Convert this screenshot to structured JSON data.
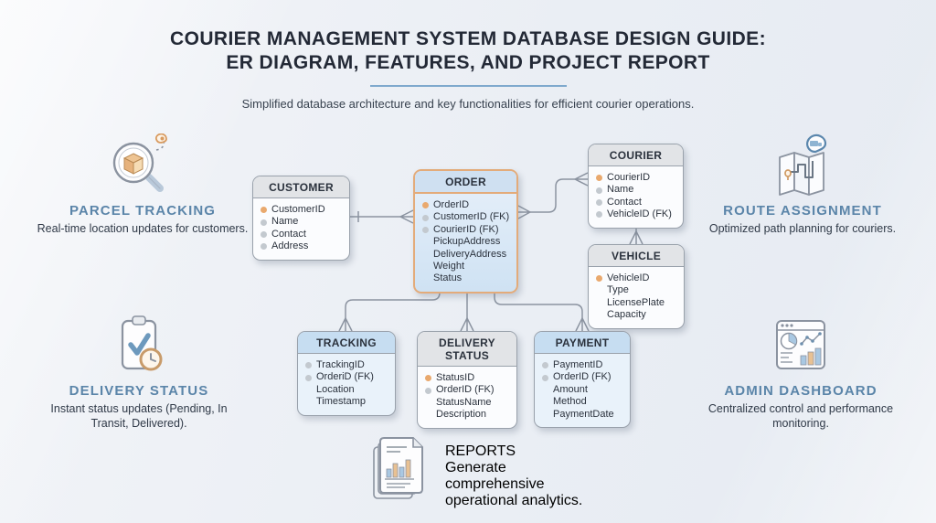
{
  "header": {
    "title_line1": "COURIER MANAGEMENT SYSTEM DATABASE DESIGN GUIDE:",
    "title_line2": "ER DIAGRAM, FEATURES, AND PROJECT REPORT",
    "subtitle": "Simplified database architecture and key functionalities for efficient courier operations."
  },
  "entities": [
    {
      "name": "CUSTOMER",
      "style": "gray",
      "fields": [
        {
          "label": "CustomerID",
          "key": "orange"
        },
        {
          "label": "Name",
          "key": "gray"
        },
        {
          "label": "Contact",
          "key": "gray"
        },
        {
          "label": "Address",
          "key": "gray"
        }
      ]
    },
    {
      "name": "ORDER",
      "style": "order",
      "fields": [
        {
          "label": "OrderID",
          "key": "orange"
        },
        {
          "label": "CustomerID (FK)",
          "key": "gray"
        },
        {
          "label": "CourierID (FK)",
          "key": "gray"
        },
        {
          "label": "PickupAddress",
          "key": "none"
        },
        {
          "label": "DeliveryAddress",
          "key": "none"
        },
        {
          "label": "Weight",
          "key": "none"
        },
        {
          "label": "Status",
          "key": "none"
        }
      ]
    },
    {
      "name": "COURIER",
      "style": "gray",
      "fields": [
        {
          "label": "CourierID",
          "key": "orange"
        },
        {
          "label": "Name",
          "key": "gray"
        },
        {
          "label": "Contact",
          "key": "gray"
        },
        {
          "label": "VehicleID (FK)",
          "key": "gray"
        }
      ]
    },
    {
      "name": "VEHICLE",
      "style": "gray",
      "fields": [
        {
          "label": "VehicleID",
          "key": "orange"
        },
        {
          "label": "Type",
          "key": "none"
        },
        {
          "label": "LicensePlate",
          "key": "none"
        },
        {
          "label": "Capacity",
          "key": "none"
        }
      ]
    },
    {
      "name": "TRACKING",
      "style": "blue",
      "fields": [
        {
          "label": "TrackingID",
          "key": "gray"
        },
        {
          "label": "OrderiD (FK)",
          "key": "gray"
        },
        {
          "label": "Location",
          "key": "none"
        },
        {
          "label": "Timestamp",
          "key": "none"
        }
      ]
    },
    {
      "name": "DELIVERY STATUS",
      "style": "gray",
      "fields": [
        {
          "label": "StatusID",
          "key": "orange"
        },
        {
          "label": "OrderID (FK)",
          "key": "gray"
        },
        {
          "label": "StatusName",
          "key": "none"
        },
        {
          "label": "Description",
          "key": "none"
        }
      ]
    },
    {
      "name": "PAYMENT",
      "style": "blue",
      "fields": [
        {
          "label": "PaymentID",
          "key": "gray"
        },
        {
          "label": "OrderID (FK)",
          "key": "gray"
        },
        {
          "label": "Amount",
          "key": "none"
        },
        {
          "label": "Method",
          "key": "none"
        },
        {
          "label": "PaymentDate",
          "key": "none"
        }
      ]
    }
  ],
  "features": {
    "parcel": {
      "title": "PARCEL TRACKING",
      "description": "Real-time location updates for customers.",
      "icon": "magnifier-package-icon"
    },
    "route": {
      "title": "ROUTE ASSIGNMENT",
      "description": "Optimized path planning for couriers.",
      "icon": "map-route-icon"
    },
    "status": {
      "title": "DELIVERY STATUS",
      "description": "Instant status updates (Pending, In Transit, Delivered).",
      "icon": "clipboard-check-clock-icon"
    },
    "admin": {
      "title": "ADMIN DASHBOARD",
      "description": "Centralized control and performance monitoring.",
      "icon": "analytics-window-icon"
    },
    "reports": {
      "title": "REPORTS",
      "description": "Generate comprehensive operational analytics.",
      "icon": "report-pages-icon"
    }
  },
  "colors": {
    "accent_orange": "#e3ab7a",
    "entity_header_blue": "#c6ddf1",
    "entity_header_gray": "#e2e4e7",
    "connector_gray": "#8b93a0",
    "feature_heading_blue": "#5b85a9",
    "divider_blue": "#7fa9cd",
    "key_dot_orange": "#e9a96e",
    "key_dot_gray": "#c3c9cf"
  }
}
